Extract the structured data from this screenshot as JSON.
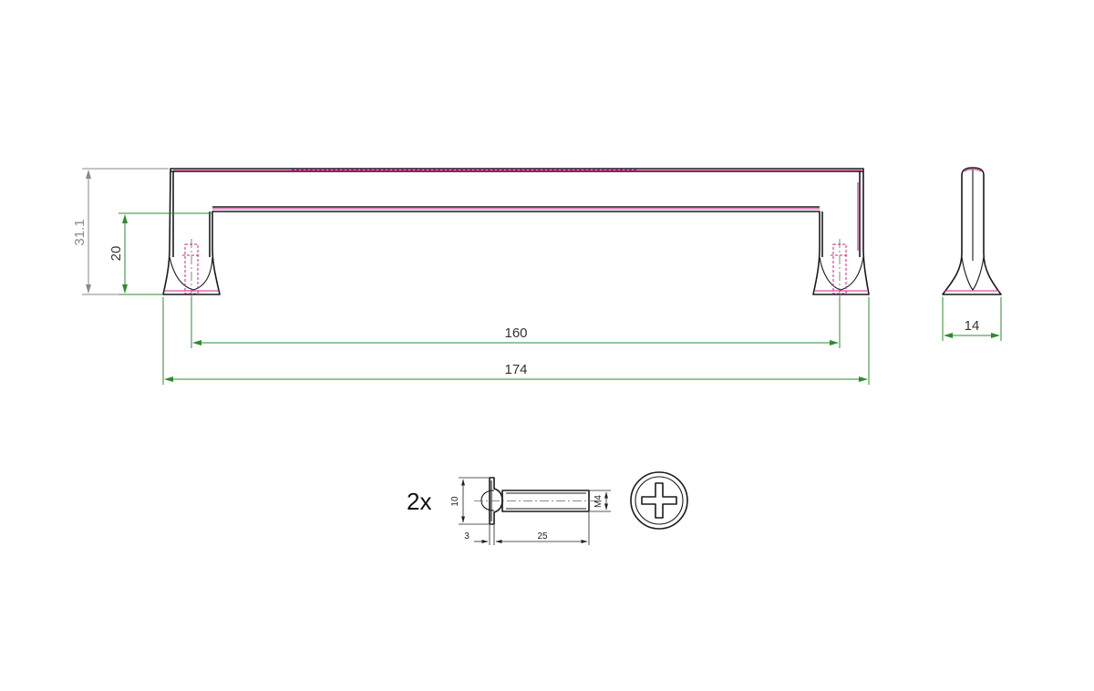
{
  "handle": {
    "dim_height_total": "31.1",
    "dim_height_leg": "20",
    "dim_hole_spacing": "160",
    "dim_overall_length": "174",
    "dim_depth": "14"
  },
  "screw": {
    "quantity": "2x",
    "dim_head_diameter": "10",
    "dim_head_thickness": "3",
    "dim_length": "25",
    "dim_thread": "M4"
  },
  "colors": {
    "outline": "#1a1a1a",
    "edge_highlight": "#d0208e",
    "dimension_green": "#2e8b2e",
    "dimension_gray": "#8a8a8a"
  }
}
